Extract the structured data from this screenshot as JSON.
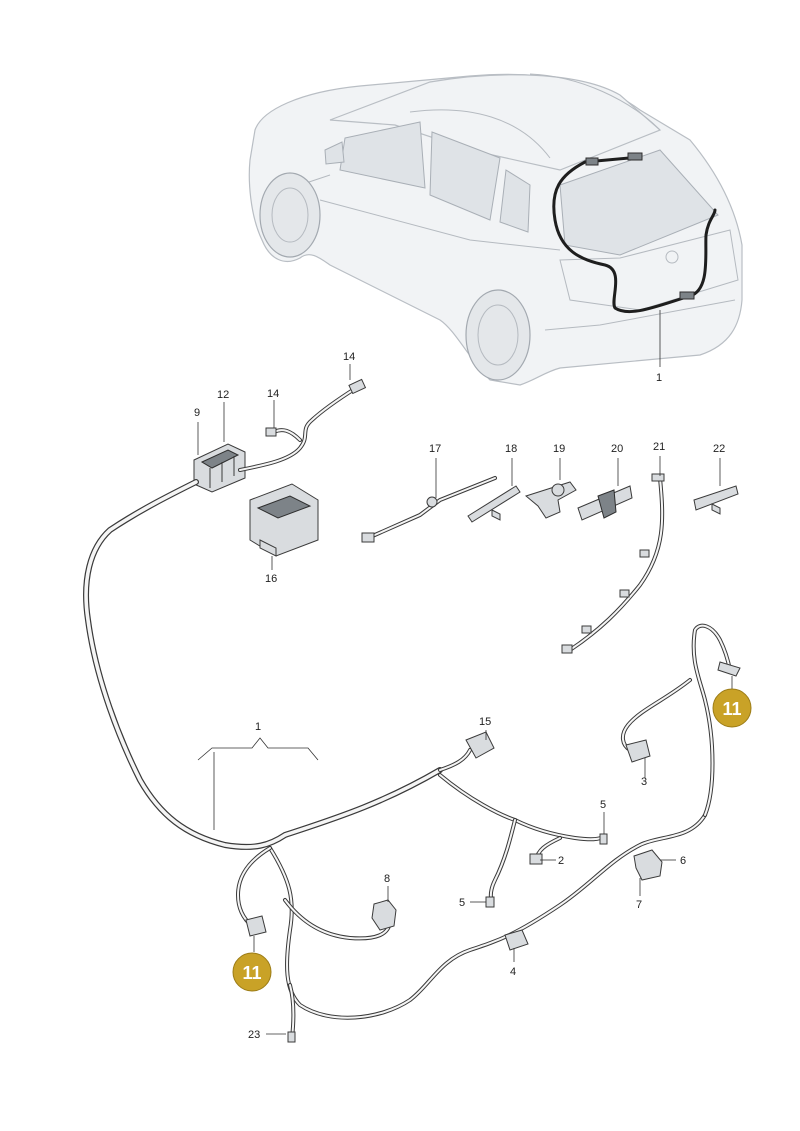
{
  "diagram": {
    "callouts": [
      {
        "id": "c1-car",
        "text": "1"
      },
      {
        "id": "c1-harness",
        "text": "1"
      },
      {
        "id": "c2",
        "text": "2"
      },
      {
        "id": "c3",
        "text": "3"
      },
      {
        "id": "c4",
        "text": "4"
      },
      {
        "id": "c5-top",
        "text": "5"
      },
      {
        "id": "c5-bottom",
        "text": "5"
      },
      {
        "id": "c6",
        "text": "6"
      },
      {
        "id": "c7",
        "text": "7"
      },
      {
        "id": "c8",
        "text": "8"
      },
      {
        "id": "c9",
        "text": "9"
      },
      {
        "id": "c12",
        "text": "12"
      },
      {
        "id": "c14-top",
        "text": "14"
      },
      {
        "id": "c14-mid",
        "text": "14"
      },
      {
        "id": "c15",
        "text": "15"
      },
      {
        "id": "c16",
        "text": "16"
      },
      {
        "id": "c17",
        "text": "17"
      },
      {
        "id": "c18",
        "text": "18"
      },
      {
        "id": "c19",
        "text": "19"
      },
      {
        "id": "c20",
        "text": "20"
      },
      {
        "id": "c21",
        "text": "21"
      },
      {
        "id": "c22",
        "text": "22"
      },
      {
        "id": "c23",
        "text": "23"
      }
    ],
    "badges": [
      {
        "id": "b11-right",
        "text": "11"
      },
      {
        "id": "b11-left",
        "text": "11"
      }
    ],
    "colors": {
      "badge": "#c9a227",
      "wire": "#3a3a3a"
    }
  }
}
